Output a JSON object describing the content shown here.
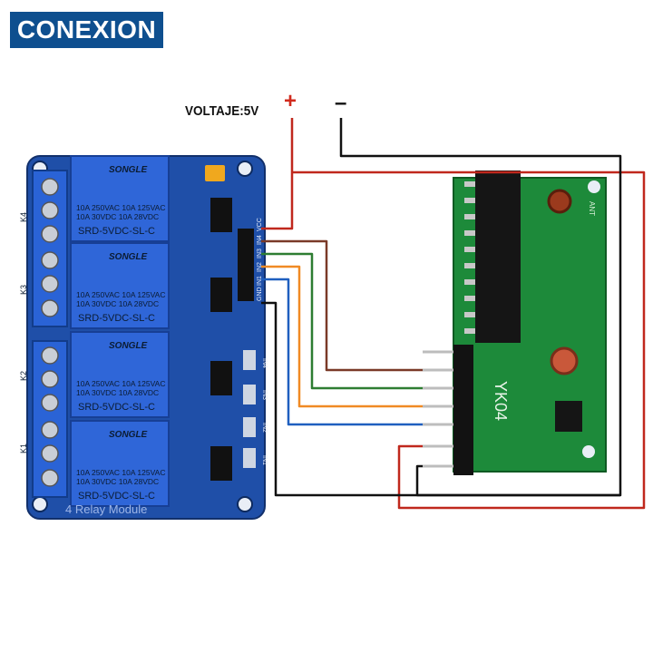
{
  "header": {
    "title": "CONEXION"
  },
  "power": {
    "voltage_label": "VOLTAJE:5V",
    "plus_label": "+",
    "minus_label": "–"
  },
  "relay_module": {
    "brand": "SONGLE",
    "rating_line1": "10A 250VAC  10A 125VAC",
    "rating_line2": "10A  30VDC  10A  28VDC",
    "model": "SRD-5VDC-SL-C",
    "board_label": "4 Relay Module",
    "pins": [
      "VCC",
      "IN4",
      "IN3",
      "IN2",
      "IN1",
      "GND"
    ],
    "side_labels": [
      "IN4",
      "IN3",
      "IN2",
      "IN1"
    ],
    "terminal_labels": [
      "K4",
      "K3",
      "K2",
      "K1"
    ]
  },
  "receiver": {
    "model": "YK04",
    "antenna_label": "ANT"
  },
  "colors": {
    "brand": "#0e4f8f",
    "board": "#1f4fa8",
    "pcb": "#1d8a3a",
    "wire_red": "#c0281d",
    "wire_black": "#111111"
  }
}
